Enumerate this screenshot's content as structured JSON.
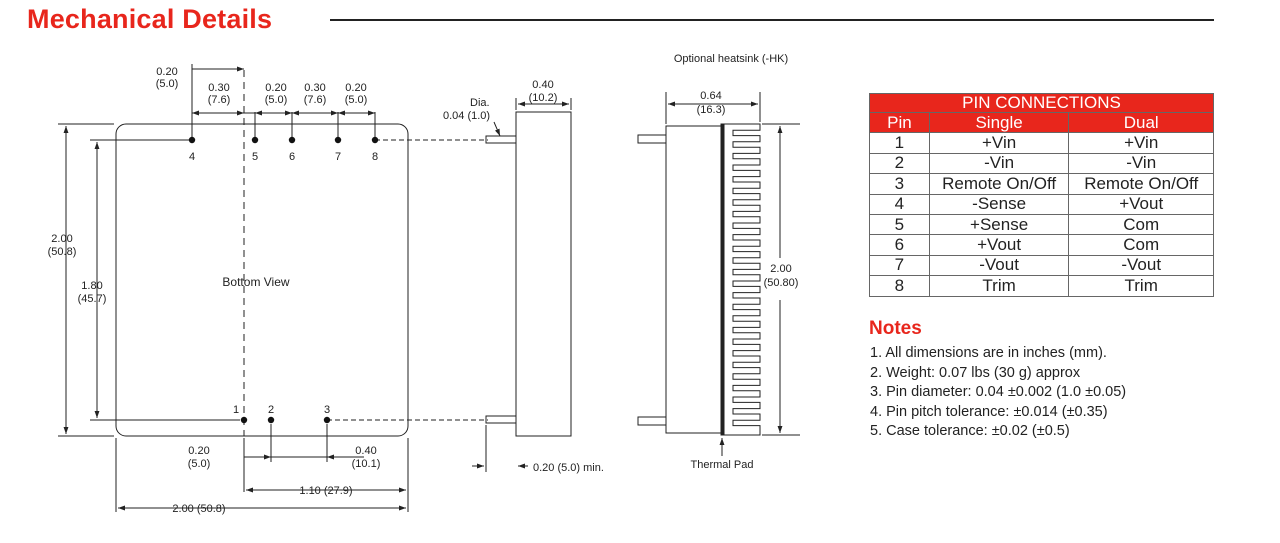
{
  "title": "Mechanical Details",
  "bottom_view": {
    "view_label": "Bottom View",
    "top_dims": {
      "d1_in": "0.20",
      "d1_mm": "(5.0)",
      "d2_in": "0.30",
      "d2_mm": "(7.6)",
      "d3_in": "0.20",
      "d3_mm": "(5.0)",
      "d4_in": "0.30",
      "d4_mm": "(7.6)",
      "d5_in": "0.20",
      "d5_mm": "(5.0)"
    },
    "pins_top": [
      "4",
      "5",
      "6",
      "7",
      "8"
    ],
    "pins_bottom": [
      "1",
      "2",
      "3"
    ],
    "height_outer_in": "2.00",
    "height_outer_mm": "(50.8)",
    "height_inner_in": "1.80",
    "height_inner_mm": "(45.7)",
    "bottom_dim_left_in": "0.20",
    "bottom_dim_left_mm": "(5.0)",
    "bottom_dim_right_in": "0.40",
    "bottom_dim_right_mm": "(10.1)",
    "span_pins": "1.10 (27.9)",
    "width_total": "2.00 (50.8)"
  },
  "side_view": {
    "dia_label": "Dia.",
    "dia_value": "0.04 (1.0)",
    "depth_in": "0.40",
    "depth_mm": "(10.2)",
    "pin_length": "0.20 (5.0) min."
  },
  "heatsink_view": {
    "caption": "Optional heatsink (-HK)",
    "depth_in": "0.64",
    "depth_mm": "(16.3)",
    "height_in": "2.00",
    "height_mm": "(50.80)",
    "thermal_pad": "Thermal Pad"
  },
  "pin_table": {
    "title": "PIN CONNECTIONS",
    "headers": [
      "Pin",
      "Single",
      "Dual"
    ],
    "rows": [
      {
        "pin": "1",
        "single": "+Vin",
        "dual": "+Vin"
      },
      {
        "pin": "2",
        "single": "-Vin",
        "dual": "-Vin"
      },
      {
        "pin": "3",
        "single": "Remote On/Off",
        "dual": "Remote On/Off"
      },
      {
        "pin": "4",
        "single": "-Sense",
        "dual": "+Vout"
      },
      {
        "pin": "5",
        "single": "+Sense",
        "dual": "Com"
      },
      {
        "pin": "6",
        "single": "+Vout",
        "dual": "Com"
      },
      {
        "pin": "7",
        "single": "-Vout",
        "dual": "-Vout"
      },
      {
        "pin": "8",
        "single": "Trim",
        "dual": "Trim"
      }
    ]
  },
  "notes": {
    "title": "Notes",
    "items": [
      "1. All dimensions are in inches (mm).",
      "2. Weight: 0.07 lbs (30 g) approx",
      "3. Pin diameter: 0.04 ±0.002 (1.0 ±0.05)",
      "4. Pin pitch tolerance: ±0.014 (±0.35)",
      "5. Case tolerance: ±0.02 (±0.5)"
    ]
  },
  "colors": {
    "accent": "#e8261c",
    "line": "#222222"
  }
}
